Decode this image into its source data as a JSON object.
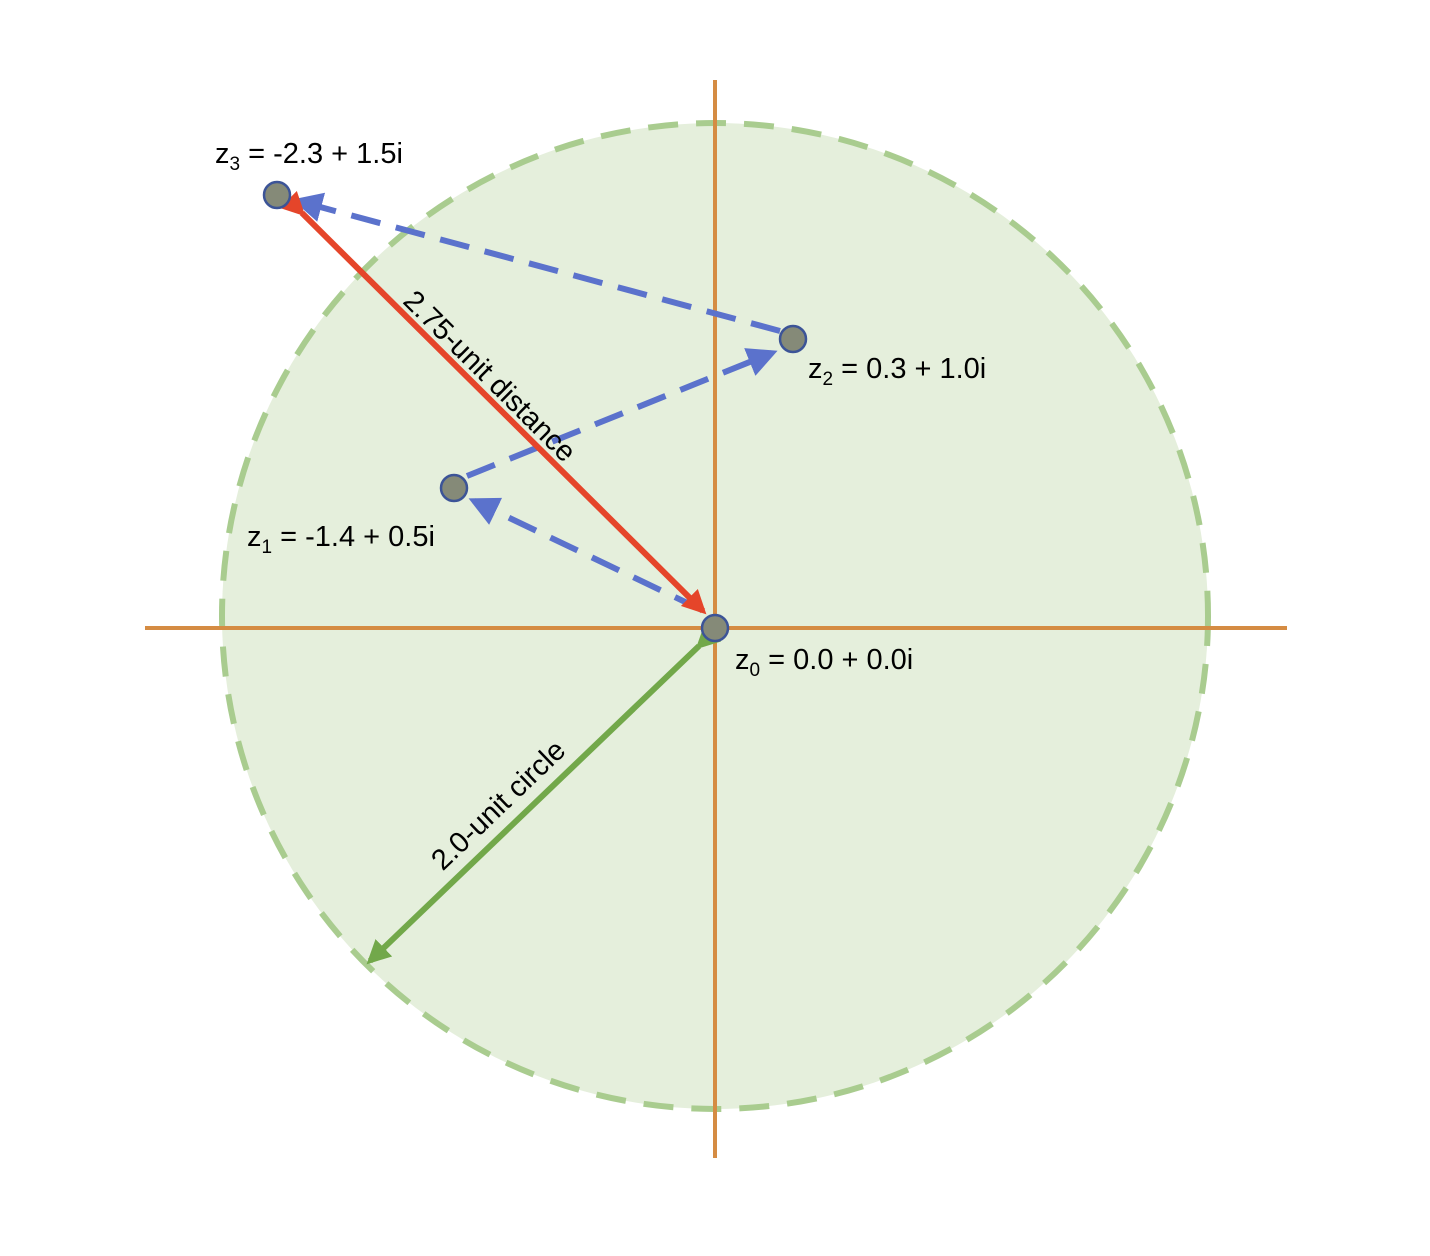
{
  "colors": {
    "region_fill": "#e5efdc",
    "region_stroke": "#a9cc8f",
    "axis": "#d58c43",
    "orbit_arrow": "#5b72cc",
    "distance_arrow": "#e5452a",
    "radius_arrow": "#72a84a",
    "point_fill": "#858a78",
    "point_stroke": "#3c5497"
  },
  "points": [
    {
      "name": "z",
      "sub": "0",
      "value": " = 0.0 + 0.0i",
      "re": 0.0,
      "im": 0.0
    },
    {
      "name": "z",
      "sub": "1",
      "value": " = -1.4 + 0.5i",
      "re": -1.4,
      "im": 0.5
    },
    {
      "name": "z",
      "sub": "2",
      "value": " = 0.3 + 1.0i",
      "re": 0.3,
      "im": 1.0
    },
    {
      "name": "z",
      "sub": "3",
      "value": " = -2.3 + 1.5i",
      "re": -2.3,
      "im": 1.5
    }
  ],
  "distance_label": "2.75-unit distance",
  "radius_label": "2.0-unit circle"
}
